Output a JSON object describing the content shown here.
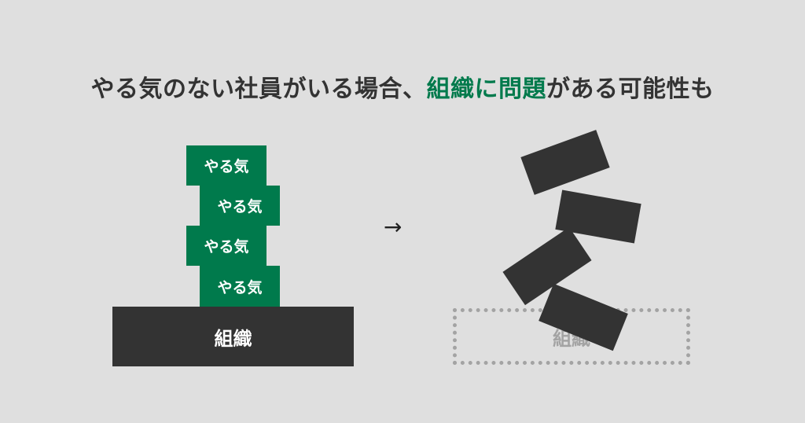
{
  "title": {
    "before": "やる気のない社員がいる場合、",
    "highlight": "組織に問題",
    "after": "がある可能性も"
  },
  "colors": {
    "accent": "#007a4c",
    "dark": "#333333",
    "dashed": "#a3a3a3",
    "background": "#dfdfdf"
  },
  "left": {
    "blocks": [
      "やる気",
      "やる気",
      "やる気",
      "やる気"
    ],
    "base": "組織"
  },
  "arrow": "→",
  "right": {
    "base": "組織"
  }
}
